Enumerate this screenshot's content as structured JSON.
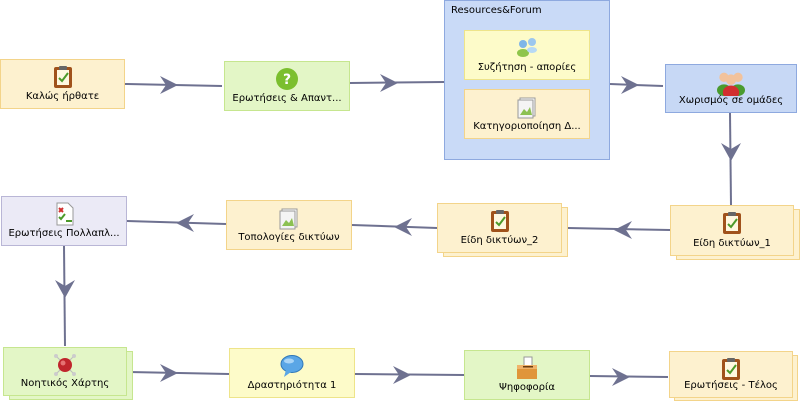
{
  "group": {
    "title": "Resources&Forum"
  },
  "nodes": {
    "welcome": {
      "label": "Καλώς ήρθατε",
      "icon": "clipboard-icon"
    },
    "qa": {
      "label": "Ερωτήσεις & Απαντ...",
      "icon": "question-icon"
    },
    "discussion": {
      "label": "Συζήτηση - απορίες",
      "icon": "people-icon"
    },
    "categorization": {
      "label": "Κατηγοριοποίηση Δ...",
      "icon": "image-icon"
    },
    "grouping": {
      "label": "Χωρισμός σε ομάδες",
      "icon": "group-icon"
    },
    "network_types_1": {
      "label": "Είδη δικτύων_1",
      "icon": "clipboard-icon"
    },
    "network_types_2": {
      "label": "Είδη δικτύων_2",
      "icon": "clipboard-icon"
    },
    "topologies": {
      "label": "Τοπολογίες δικτύων",
      "icon": "image-icon"
    },
    "mcq": {
      "label": "Ερωτήσεις Πολλαπλ...",
      "icon": "checklist-icon"
    },
    "mindmap": {
      "label": "Νοητικός Χάρτης",
      "icon": "mindmap-icon"
    },
    "activity": {
      "label": "Δραστηριότητα 1",
      "icon": "speech-bubble-icon"
    },
    "voting": {
      "label": "Ψηφοφορία",
      "icon": "ballot-icon"
    },
    "final_questions": {
      "label": "Ερωτήσεις - Τέλος",
      "icon": "clipboard-icon"
    }
  },
  "colors": {
    "edge": "#6e7190",
    "yellow": "#fdf1cf",
    "green": "#e3f6c6",
    "blue": "#c7d8f5"
  }
}
